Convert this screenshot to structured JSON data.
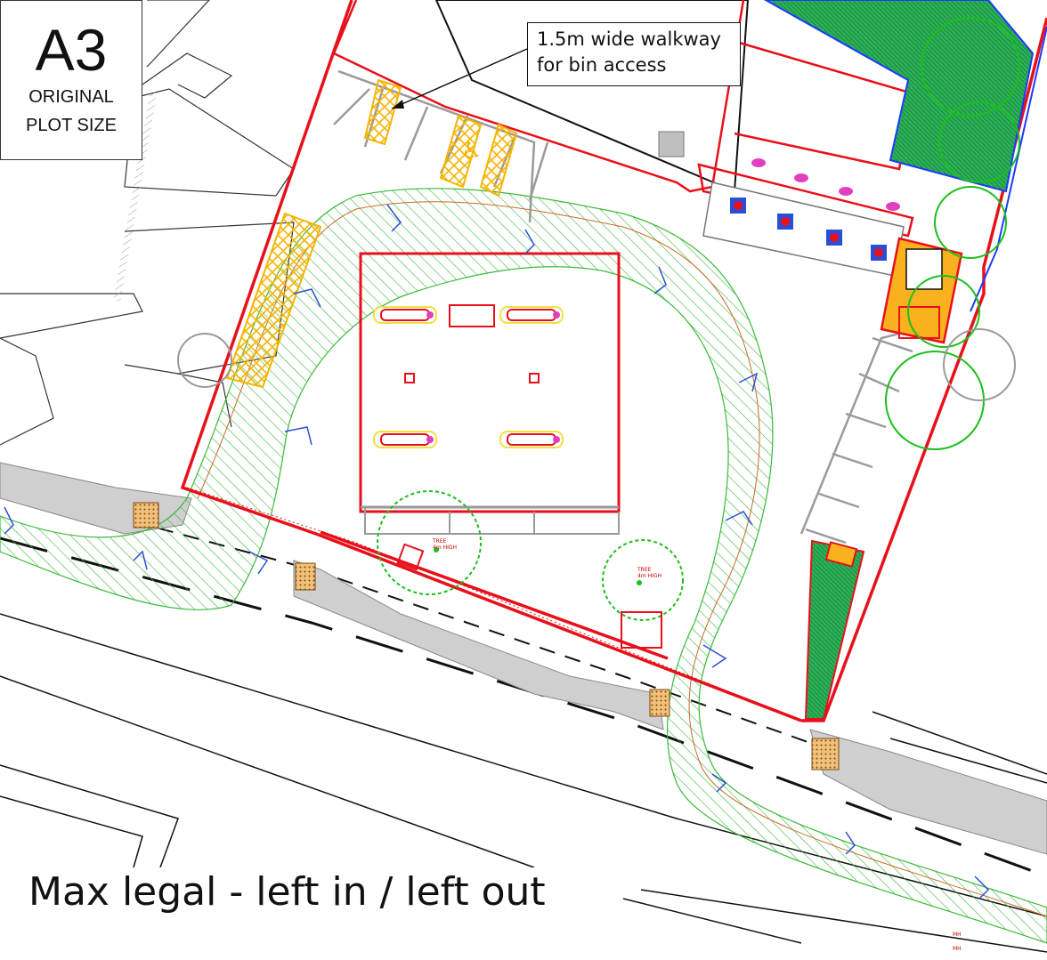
{
  "plot_box": {
    "size": "A3",
    "line1": "ORIGINAL",
    "line2": "PLOT SIZE"
  },
  "callout": {
    "line1": "1.5m wide walkway",
    "line2": "for bin access"
  },
  "title": "Max legal - left in / left out",
  "trees": [
    {
      "label1": "TREE",
      "label2": "4m HIGH"
    },
    {
      "label1": "TREE",
      "label2": "4m HIGH"
    }
  ],
  "manholes": [
    "MH",
    "MH"
  ],
  "colors": {
    "boundary": "#e8101a",
    "landscape": "#2fbf2f",
    "tree": "#1cbf1c",
    "hatch_orange": "#f5b400",
    "fill_orange": "#f9b21e",
    "pavement": "#cfcfcf",
    "road_lines": "#111111",
    "grass_fill": "#1f9e4a",
    "water": "#1a3cff",
    "bay": "#9a9a9a"
  }
}
